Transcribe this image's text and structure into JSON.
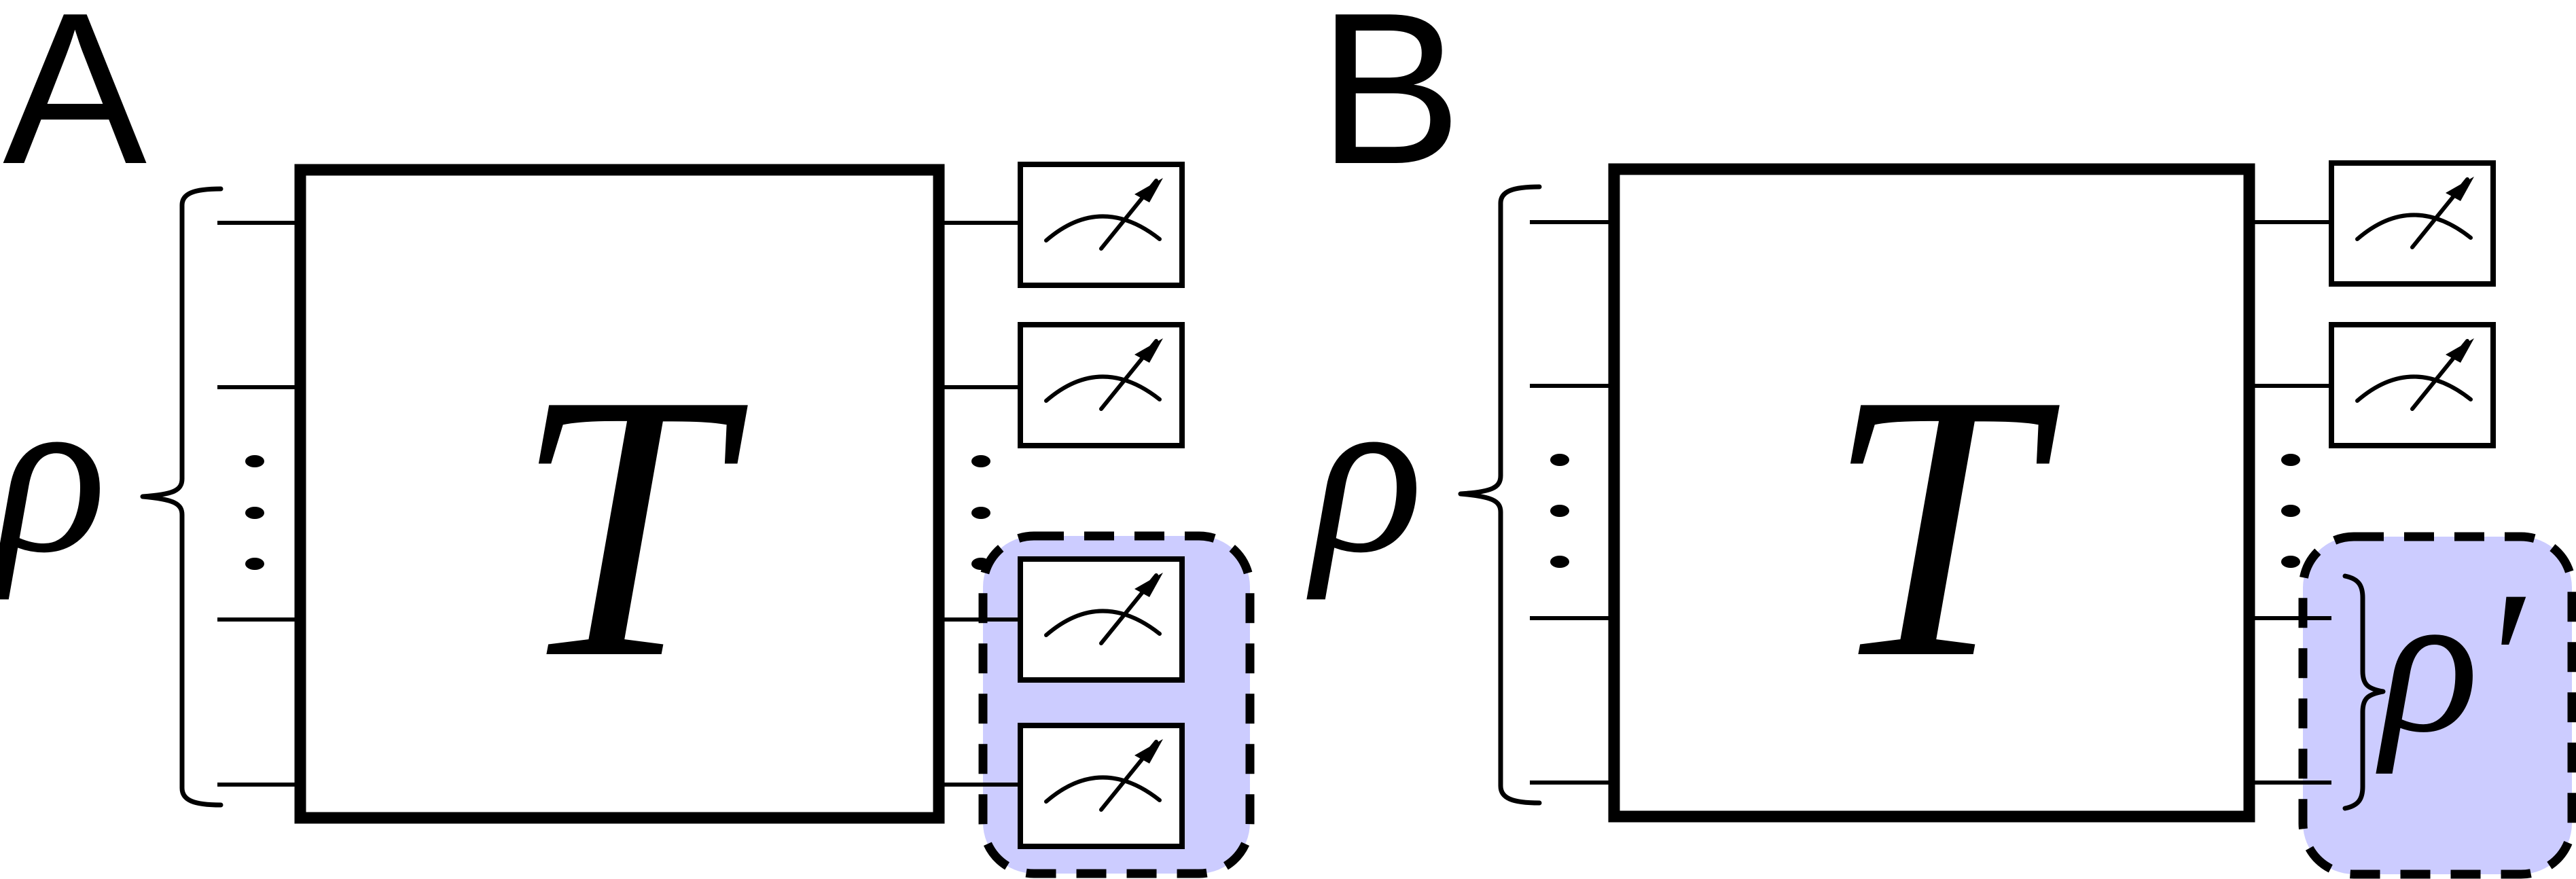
{
  "panels": [
    {
      "label": "A",
      "operator": "T",
      "input_state": "ρ",
      "output_state": "",
      "highlight_color": "#ccccff"
    },
    {
      "label": "B",
      "operator": "T",
      "input_state": "ρ",
      "output_state": "ρ′",
      "highlight_color": "#ccccff"
    }
  ],
  "icons": {
    "meter": "measurement-meter-icon"
  }
}
